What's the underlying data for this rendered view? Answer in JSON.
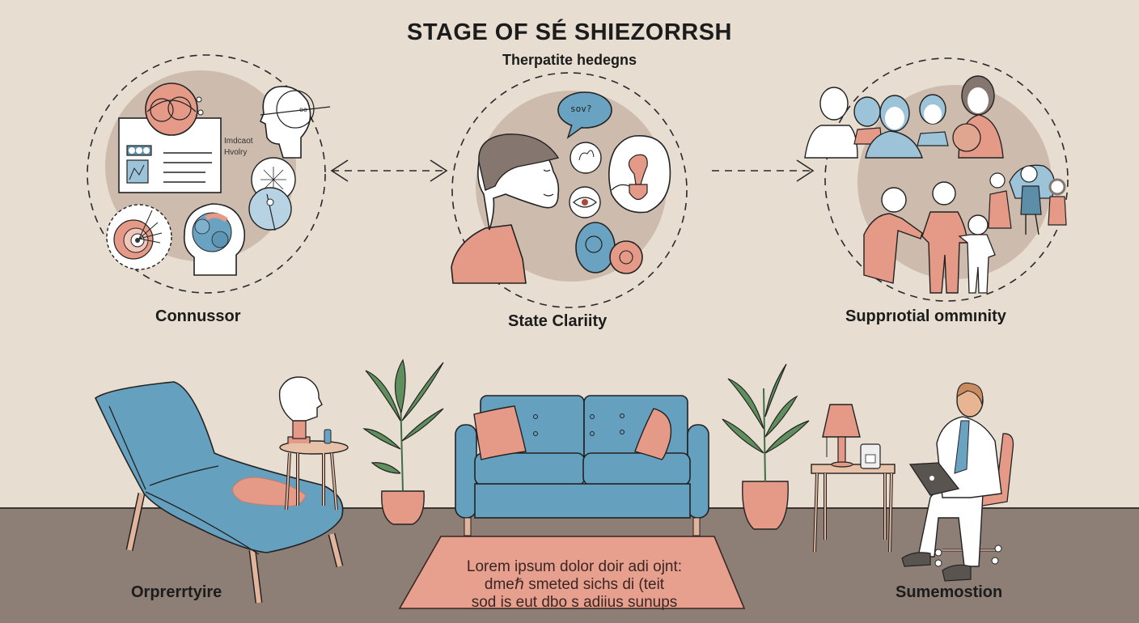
{
  "header": {
    "title": "STAGE OF SÉ SHIEZORRSH",
    "subtitle": "Therpatite hedegns"
  },
  "stages": [
    {
      "label": "Connussor",
      "inset_text_line1": "Imdcaot",
      "inset_text_line2": "Hvolry"
    },
    {
      "label": "State Clariity",
      "speech_bubble": "sov?"
    },
    {
      "label": "Supprıotial ommınity"
    }
  ],
  "connectors": [
    {
      "type": "double-arrow-dashed",
      "from": "Connussor",
      "to": "State Clariity"
    },
    {
      "type": "arrow-dashed",
      "from": "State Clariity",
      "to": "Supprıotial ommınity"
    }
  ],
  "scene": {
    "left_label": "Orprerrtyire",
    "right_label": "Sumemostion",
    "rug_text": [
      "Lorem ipsum dolor doir adi ojnt:",
      "dmeℏ smeted sichs di (teit",
      "sod is eut dbo s adiius sunups"
    ]
  },
  "colors": {
    "wall": "#e7ddd1",
    "floor": "#8d7f76",
    "circle_fill": "#cdbcad",
    "accent_coral": "#e59a87",
    "accent_blue": "#6aa3c1",
    "plant_green": "#5e8f5c",
    "wood": "#e2b49c",
    "outline": "#1f1f1f"
  }
}
